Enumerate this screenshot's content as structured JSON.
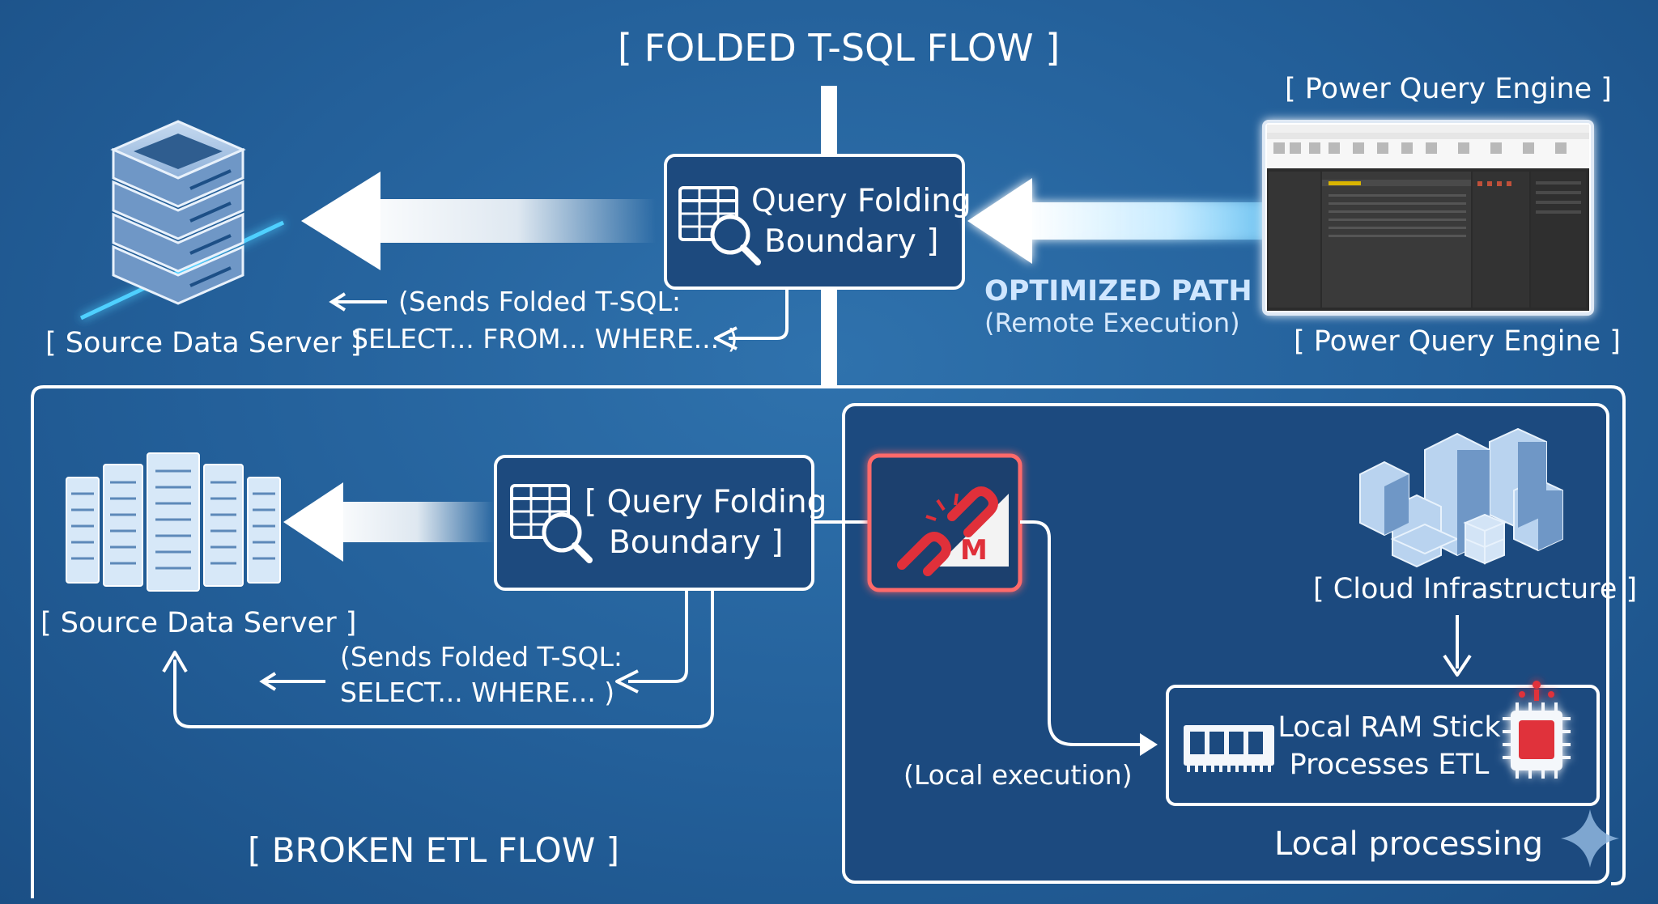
{
  "top": {
    "title": "[ FOLDED T-SQL FLOW ]",
    "source_label": "[ Source Data Server ]",
    "boundary_line1": "Query Folding",
    "boundary_line2": "Boundary ]",
    "sends_line1": "(Sends Folded T-SQL:",
    "sends_line2": "SELECT... FROM... WHERE... )",
    "optimized_title": "OPTIMIZED PATH",
    "optimized_sub": "(Remote Execution)",
    "engine_label_top": "[ Power Query Engine ]",
    "engine_label_bottom": "[ Power Query Engine ]"
  },
  "bottom": {
    "title": "[ BROKEN ETL FLOW ]",
    "source_label": "[ Source Data Server ]",
    "boundary_line1": "[ Query Folding",
    "boundary_line2": "Boundary ]",
    "sends_line1": "(Sends Folded T-SQL:",
    "sends_line2": "SELECT... WHERE... )",
    "broken_badge": "M",
    "cloud_label": "[ Cloud Infrastructure ]",
    "local_exec": "(Local execution)",
    "ram_line1": "Local RAM Stick",
    "ram_line2": "Processes ETL",
    "local_processing": "Local processing"
  },
  "icons": [
    "server-stack-icon",
    "table-search-icon",
    "broken-link-icon",
    "cloud-servers-icon",
    "ram-stick-icon",
    "cpu-chip-icon",
    "sparkle-icon"
  ],
  "colors": {
    "background": "#235f99",
    "panel": "#1d4f86",
    "line": "#ffffff",
    "alert": "#e0303a",
    "glow": "#7fd4ff"
  }
}
